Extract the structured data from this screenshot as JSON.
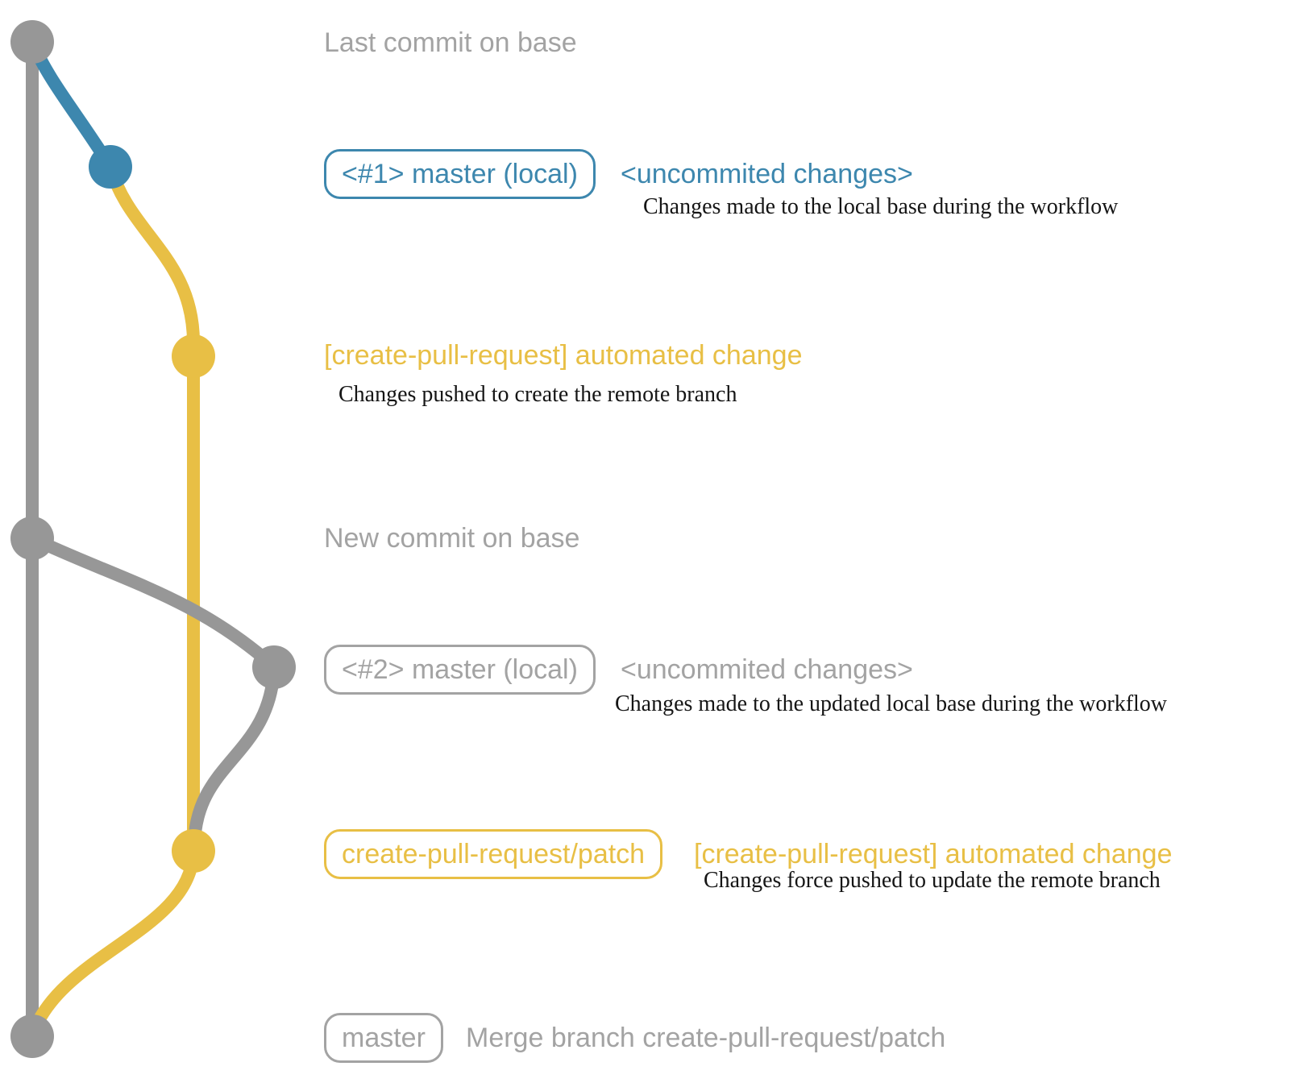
{
  "colors": {
    "graph_gray": "#979797",
    "text_gray": "#a3a3a3",
    "blue": "#3d87ae",
    "yellow": "#e8bf45",
    "note_black": "#151515",
    "background": "#ffffff"
  },
  "annotations": {
    "row1": {
      "label": "Last commit on base"
    },
    "row2": {
      "badge": "<#1> master (local)",
      "message": "<uncommited changes>",
      "note": "Changes made to the local base during the workflow"
    },
    "row3": {
      "message": "[create-pull-request] automated change",
      "note": "Changes pushed to create the remote branch"
    },
    "row4": {
      "label": "New commit on base"
    },
    "row5": {
      "badge": "<#2> master (local)",
      "message": "<uncommited changes>",
      "note": "Changes made to the updated local base during the workflow"
    },
    "row6": {
      "badge": "create-pull-request/patch",
      "message": "[create-pull-request] automated change",
      "note": "Changes force pushed to update the remote branch"
    },
    "row7": {
      "badge": "master",
      "message": "Merge branch create-pull-request/patch"
    }
  },
  "graph": {
    "branches": [
      {
        "name": "base",
        "color": "gray"
      },
      {
        "name": "master (local) #1",
        "color": "blue"
      },
      {
        "name": "create-pull-request/patch",
        "color": "yellow"
      },
      {
        "name": "master (local) #2",
        "color": "gray"
      }
    ],
    "commits": [
      {
        "id": "last-commit-on-base",
        "branch": "base",
        "color": "gray"
      },
      {
        "id": "master-local-1",
        "branch": "master (local) #1",
        "color": "blue"
      },
      {
        "id": "automated-change-1",
        "branch": "create-pull-request/patch",
        "color": "yellow"
      },
      {
        "id": "new-commit-on-base",
        "branch": "base",
        "color": "gray"
      },
      {
        "id": "master-local-2",
        "branch": "master (local) #2",
        "color": "gray"
      },
      {
        "id": "automated-change-2",
        "branch": "create-pull-request/patch",
        "color": "yellow"
      },
      {
        "id": "merge-commit",
        "branch": "base",
        "color": "gray"
      }
    ]
  }
}
